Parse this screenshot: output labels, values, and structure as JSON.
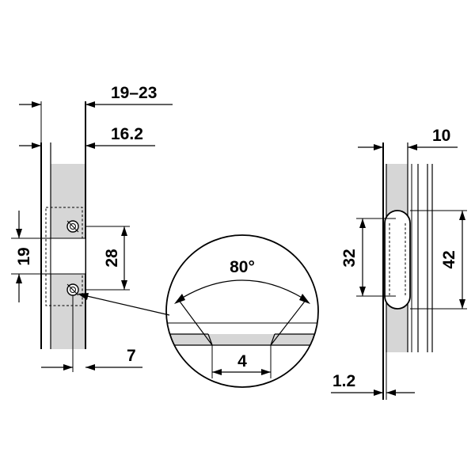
{
  "colors": {
    "line": "#000000",
    "panel_fill": "#d6d6d6",
    "background": "#ffffff"
  },
  "dimensions": {
    "top_span": "19–23",
    "upper_offset": "16.2",
    "slot_height": "28",
    "hole_pitch_left": "19",
    "edge_offset": "7",
    "angle": "80°",
    "groove_width": "4",
    "side_width": "10",
    "hole_pitch_right": "32",
    "slot_length": "42",
    "plate_thickness": "1.2"
  }
}
